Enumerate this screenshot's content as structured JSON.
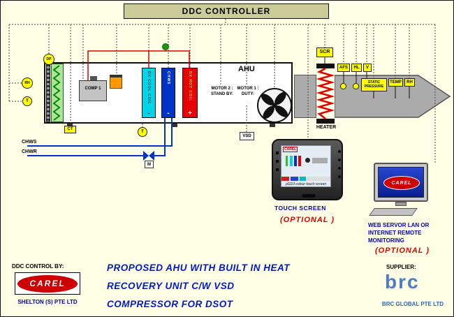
{
  "colors": {
    "background": "#FFFFE6",
    "header_bg": "#CCCC99",
    "sensor_yellow": "#FFFF00",
    "coil_cyan": "#00D5E8",
    "coil_blue": "#0233C8",
    "coil_red": "#E80000",
    "filter_green": "#33AA22",
    "duct_gray": "#ABABAB",
    "carel_red": "#CC0000",
    "accent_blue": "#0000CC",
    "brc_blue": "#4D7CC7"
  },
  "header": {
    "title": "DDC CONTROLLER"
  },
  "ahu": {
    "label": "AHU",
    "comp_label": "COMP 1",
    "dx_cool_label": "DX COOL COIL",
    "dx_cool_sign": "-",
    "chws_label": "CHWS",
    "chws_sign": "-",
    "dx_hot_label": "DX HOT COIL",
    "dx_hot_sign": "+",
    "motor2_line1": "MOTOR 2 :",
    "motor2_line2": "STAND BY:",
    "motor1_line1": "MOTOR 1 :",
    "motor1_line2": "DUTY:"
  },
  "sensors": {
    "dp": "DP",
    "rh": "RH",
    "t": "T",
    "ct": "CT",
    "vsd": "VSD",
    "m": "M",
    "scr": "SCR",
    "afs": "AFS",
    "hl": "HL",
    "v": "V",
    "static1": "STATIC",
    "static2": "PRESSURE",
    "temp": "TEMP",
    "rh_duct": "RH"
  },
  "labels": {
    "heater": "HEATER",
    "chws_pipe": "CHWS",
    "chwr_pipe": "CHWR"
  },
  "touchscreen": {
    "brand": "CAREL",
    "caption": "pGD3 colour touch screen",
    "title": "TOUCH SCREEN",
    "optional": "(OPTIONAL )"
  },
  "web_monitor": {
    "brand": "CAREL",
    "line1": "WEB SERVOR LAN OR",
    "line2": "INTERNET REMOTE",
    "line3": "MONITORING",
    "optional": "(OPTIONAL )"
  },
  "footer": {
    "ddc_control_by": "DDC CONTROL BY:",
    "carel": "CAREL",
    "shelton": "SHELTON (S) PTE LTD",
    "title_line1": "PROPOSED AHU WITH BUILT IN HEAT",
    "title_line2": "RECOVERY UNIT C/W VSD",
    "title_line3": "COMPRESSOR FOR DSOT",
    "supplier": "SUPPLIER:",
    "brc_logo": "brc",
    "brc_company": "BRC GLOBAL PTE LTD"
  }
}
